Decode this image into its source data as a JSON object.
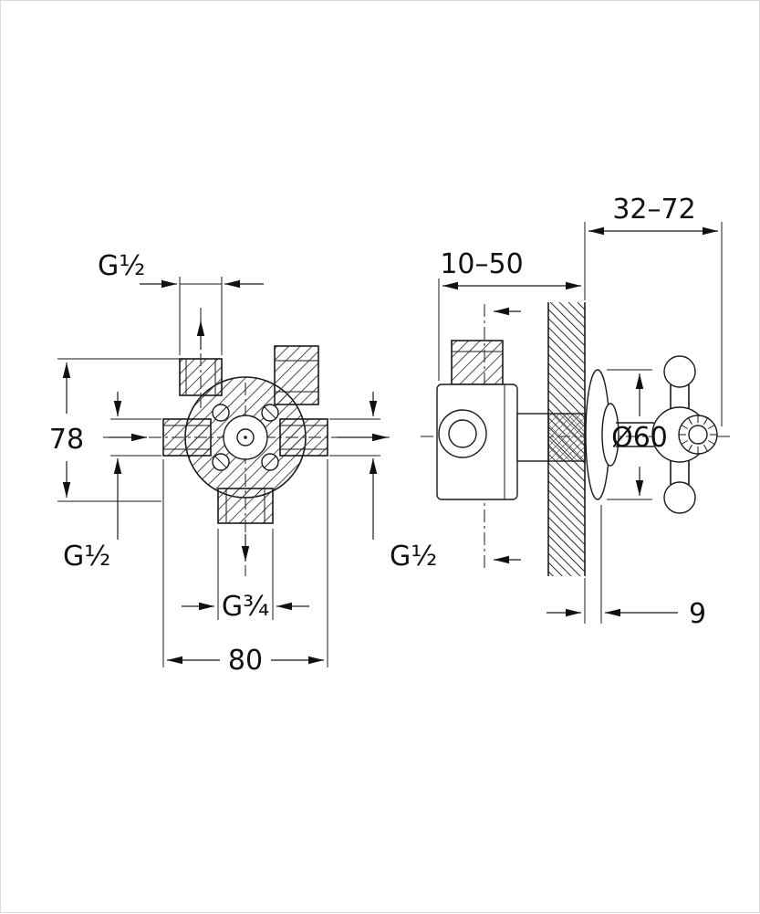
{
  "front_view": {
    "top_thread": "G½",
    "height": "78",
    "left_thread": "G½",
    "right_thread": "G½",
    "bottom_thread": "G¾",
    "width": "80"
  },
  "side_view": {
    "distance_wall_to_handle": "32–72",
    "distance_body_to_wall": "10–50",
    "escutcheon_diameter": "Ø60",
    "escutcheon_depth": "9"
  }
}
